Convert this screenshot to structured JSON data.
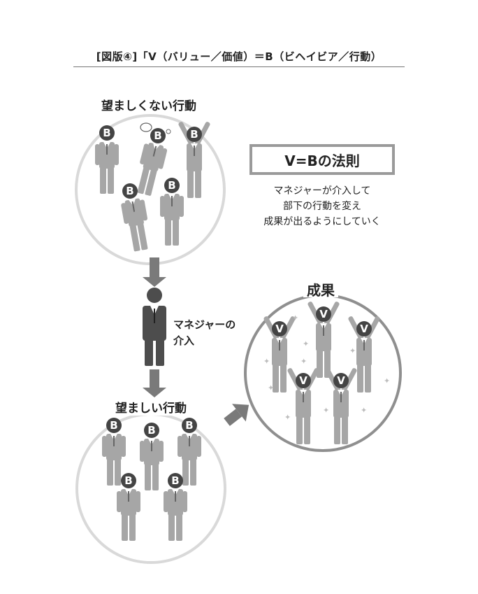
{
  "figure": {
    "title": "[図版④]「V（バリュー／価値）＝B（ビヘイビア／行動）"
  },
  "groups": {
    "undesirable": {
      "label": "望ましくない行動",
      "badge": "B"
    },
    "desirable": {
      "label": "望ましい行動",
      "badge": "B"
    },
    "result": {
      "label": "成果",
      "badge": "V"
    }
  },
  "manager": {
    "label_line1": "マネジャーの",
    "label_line2": "介入"
  },
  "law": {
    "title": "V=Bの法則",
    "desc_line1": "マネジャーが介入して",
    "desc_line2": "部下の行動を変え",
    "desc_line3": "成果が出るようにしていく"
  },
  "colors": {
    "person_gray": "#a6a6a6",
    "manager_dark": "#4d4d4d",
    "arrow_gray": "#7a7a7a",
    "circle_light": "#d9d9d9",
    "circle_result": "#8f8f8f"
  }
}
